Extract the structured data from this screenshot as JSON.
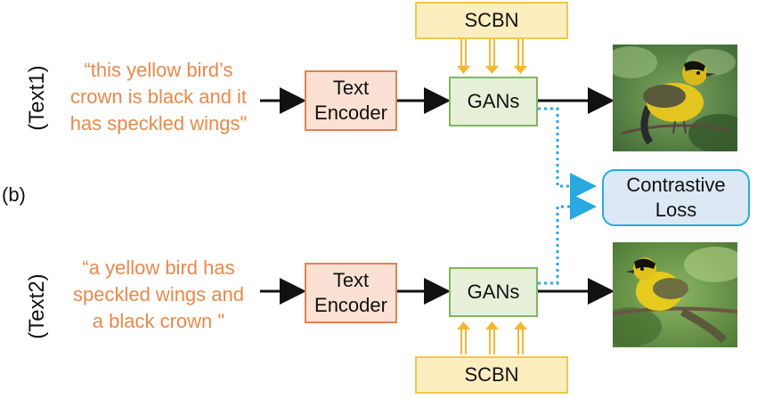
{
  "panel_label": "(b)",
  "top": {
    "side_label": "(Text1)",
    "caption": [
      "“this yellow bird’s",
      "crown is black and it",
      "has speckled wings\""
    ],
    "encoder_lines": [
      "Text",
      "Encoder"
    ],
    "gan_label": "GANs",
    "scbn_label": "SCBN"
  },
  "bottom": {
    "side_label": "(Text2)",
    "caption": [
      "“a yellow bird has",
      "speckled wings and",
      "a black crown \""
    ],
    "encoder_lines": [
      "Text",
      "Encoder"
    ],
    "gan_label": "GANs",
    "scbn_label": "SCBN"
  },
  "loss_lines": [
    "Contrastive",
    "Loss"
  ],
  "colors": {
    "caption": "#e8894a",
    "scbn_fill": "#fdeec0",
    "encoder_fill": "#fbe1d3",
    "gan_fill": "#e6f0d8",
    "loss_border": "#29a9e0",
    "dotted_arrow": "#29a9e0"
  }
}
